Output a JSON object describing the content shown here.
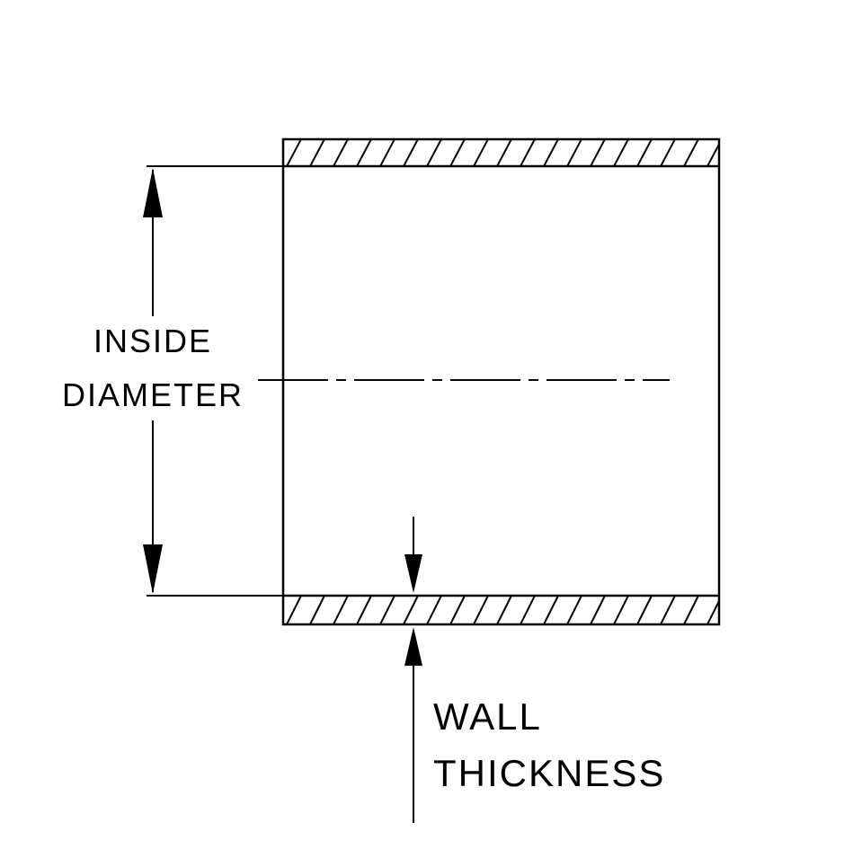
{
  "diagram": {
    "title": "tube-cross-section",
    "labels": {
      "inside_line1": "INSIDE",
      "inside_line2": "DIAMETER",
      "wall_line1": "WALL",
      "wall_line2": "THICKNESS"
    },
    "colors": {
      "line": "#000000",
      "background": "#ffffff"
    }
  }
}
